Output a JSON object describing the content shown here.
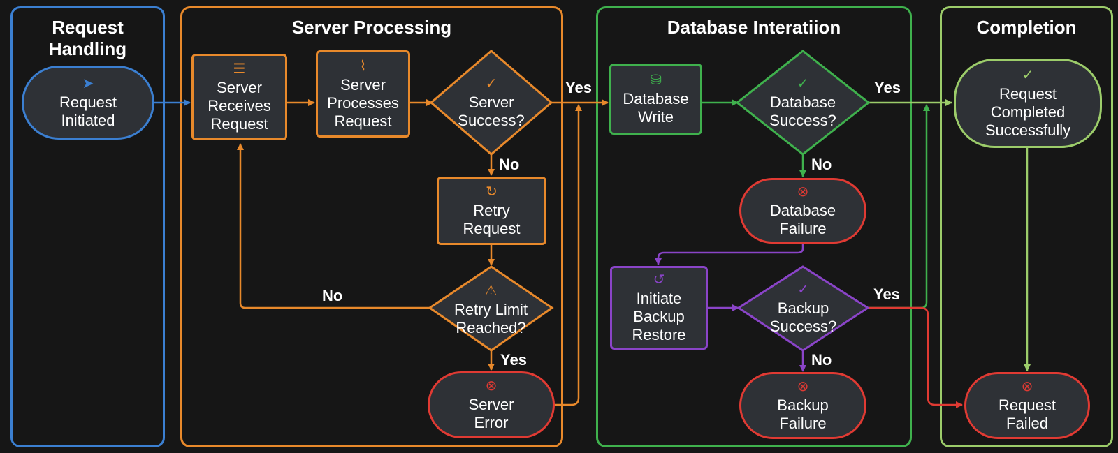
{
  "colors": {
    "background": "#161616",
    "request_handling": "#3b7fd1",
    "server_processing": "#e8892b",
    "database_interaction": "#3fb14d",
    "completion": "#9ccc6a",
    "failure": "#e03a33",
    "backup": "#8a44c8",
    "node_fill": "#2e3136"
  },
  "lanes": {
    "request_handling": {
      "title": "Request\nHandling"
    },
    "server_processing": {
      "title": "Server Processing"
    },
    "database_interaction": {
      "title": "Database Interatiion"
    },
    "completion": {
      "title": "Completion"
    }
  },
  "nodes": {
    "request_initiated": {
      "label": "Request\nInitiated",
      "icon": "paper-plane-icon"
    },
    "server_receives": {
      "label": "Server\nReceives\nRequest",
      "icon": "server-icon"
    },
    "server_processes": {
      "label": "Server\nProcesses\nRequest",
      "icon": "pulse-icon"
    },
    "server_success": {
      "label": "Server\nSuccess?",
      "icon": "check-circle-icon"
    },
    "retry_request": {
      "label": "Retry\nRequest",
      "icon": "retry-icon"
    },
    "retry_limit": {
      "label": "Retry Limit\nReached?",
      "icon": "warning-icon"
    },
    "server_error": {
      "label": "Server\nError",
      "icon": "x-circle-icon"
    },
    "database_write": {
      "label": "Database\nWrite",
      "icon": "database-icon"
    },
    "database_success": {
      "label": "Database\nSuccess?",
      "icon": "check-circle-icon"
    },
    "database_failure": {
      "label": "Database\nFailure",
      "icon": "x-circle-icon"
    },
    "initiate_backup": {
      "label": "Initiate\nBackup\nRestore",
      "icon": "history-icon"
    },
    "backup_success": {
      "label": "Backup\nSuccess?",
      "icon": "check-circle-icon"
    },
    "backup_failure": {
      "label": "Backup\nFailure",
      "icon": "x-circle-icon"
    },
    "request_completed": {
      "label": "Request\nCompleted\nSuccessfully",
      "icon": "check-circle-icon"
    },
    "request_failed": {
      "label": "Request\nFailed",
      "icon": "x-circle-icon"
    }
  },
  "edge_labels": {
    "server_success_yes": "Yes",
    "server_success_no": "No",
    "retry_limit_no": "No",
    "retry_limit_yes": "Yes",
    "database_success_yes": "Yes",
    "database_success_no": "No",
    "backup_success_yes": "Yes",
    "backup_success_no": "No"
  }
}
